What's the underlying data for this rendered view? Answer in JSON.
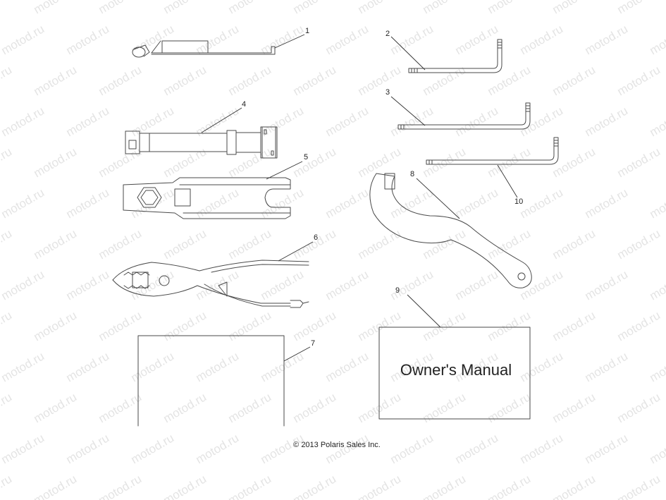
{
  "watermark": {
    "text": "motod.ru"
  },
  "callouts": [
    {
      "id": "1",
      "label": "1"
    },
    {
      "id": "2",
      "label": "2"
    },
    {
      "id": "3",
      "label": "3"
    },
    {
      "id": "4",
      "label": "4"
    },
    {
      "id": "5",
      "label": "5"
    },
    {
      "id": "6",
      "label": "6"
    },
    {
      "id": "7",
      "label": "7"
    },
    {
      "id": "8",
      "label": "8"
    },
    {
      "id": "9",
      "label": "9"
    },
    {
      "id": "10",
      "label": "10"
    }
  ],
  "manual": {
    "title": "Owner's Manual"
  },
  "footer": {
    "copyright": "© 2013 Polaris Sales Inc."
  }
}
